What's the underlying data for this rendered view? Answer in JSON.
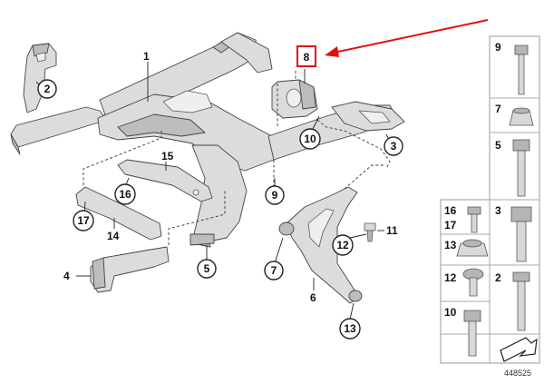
{
  "diagram": {
    "callouts": {
      "c1": "1",
      "c2": "2",
      "c3": "3",
      "c4": "4",
      "c5": "5",
      "c6": "6",
      "c7": "7",
      "c8": "8",
      "c9": "9",
      "c10": "10",
      "c11": "11",
      "c12": "12",
      "c13": "13",
      "c14": "14",
      "c15": "15",
      "c16": "16",
      "c17": "17"
    },
    "highlight_color": "#e01010",
    "hardware_panel": {
      "cells": [
        {
          "labels": [
            "9"
          ]
        },
        {
          "labels": [
            "7"
          ]
        },
        {
          "labels": [
            "5"
          ]
        },
        {
          "labels": [
            "16",
            "17"
          ]
        },
        {
          "labels": [
            "3"
          ]
        },
        {
          "labels": [
            "13"
          ]
        },
        {
          "labels": [
            "12"
          ]
        },
        {
          "labels": [
            "2"
          ]
        },
        {
          "labels": [
            "10"
          ]
        }
      ]
    },
    "figure_number": "448525"
  }
}
